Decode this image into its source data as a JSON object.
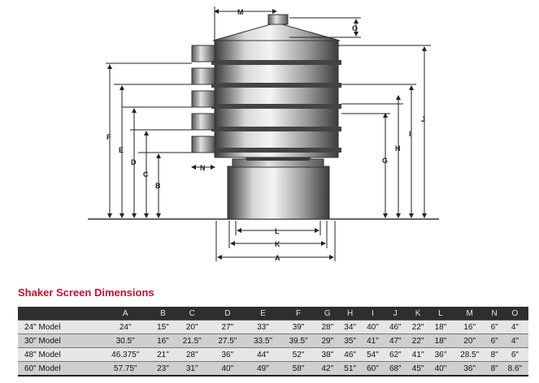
{
  "drawing": {
    "labels": {
      "A": "A",
      "B": "B",
      "C": "C",
      "D": "D",
      "E": "E",
      "F": "F",
      "G": "G",
      "H": "H",
      "I": "I",
      "J": "J",
      "K": "K",
      "L": "L",
      "M": "M",
      "N": "N",
      "O": "O"
    }
  },
  "section_title": "Shaker Screen Dimensions",
  "table": {
    "columns": [
      "",
      "A",
      "B",
      "C",
      "D",
      "E",
      "F",
      "G",
      "H",
      "I",
      "J",
      "K",
      "L",
      "M",
      "N",
      "O"
    ],
    "rows": [
      {
        "model": "24\" Model",
        "values": [
          "24\"",
          "15\"",
          "20\"",
          "27\"",
          "33\"",
          "39\"",
          "28\"",
          "34\"",
          "40\"",
          "46\"",
          "22\"",
          "18\"",
          "16\"",
          "6\"",
          "4\""
        ]
      },
      {
        "model": "30\" Model",
        "values": [
          "30.5\"",
          "16\"",
          "21.5\"",
          "27.5\"",
          "33.5\"",
          "39.5\"",
          "29\"",
          "35\"",
          "41\"",
          "47\"",
          "22\"",
          "18\"",
          "20\"",
          "6\"",
          "4\""
        ]
      },
      {
        "model": "48\" Model",
        "values": [
          "46.375\"",
          "21\"",
          "28\"",
          "36\"",
          "44\"",
          "52\"",
          "38\"",
          "46\"",
          "54\"",
          "62\"",
          "41\"",
          "36\"",
          "28.5\"",
          "8\"",
          "6\""
        ]
      },
      {
        "model": "60\" Model",
        "values": [
          "57.75\"",
          "23\"",
          "31\"",
          "40\"",
          "49\"",
          "58\"",
          "42\"",
          "51\"",
          "60\"",
          "68\"",
          "45\"",
          "40\"",
          "36\"",
          "8\"",
          "8.6\""
        ]
      }
    ]
  }
}
